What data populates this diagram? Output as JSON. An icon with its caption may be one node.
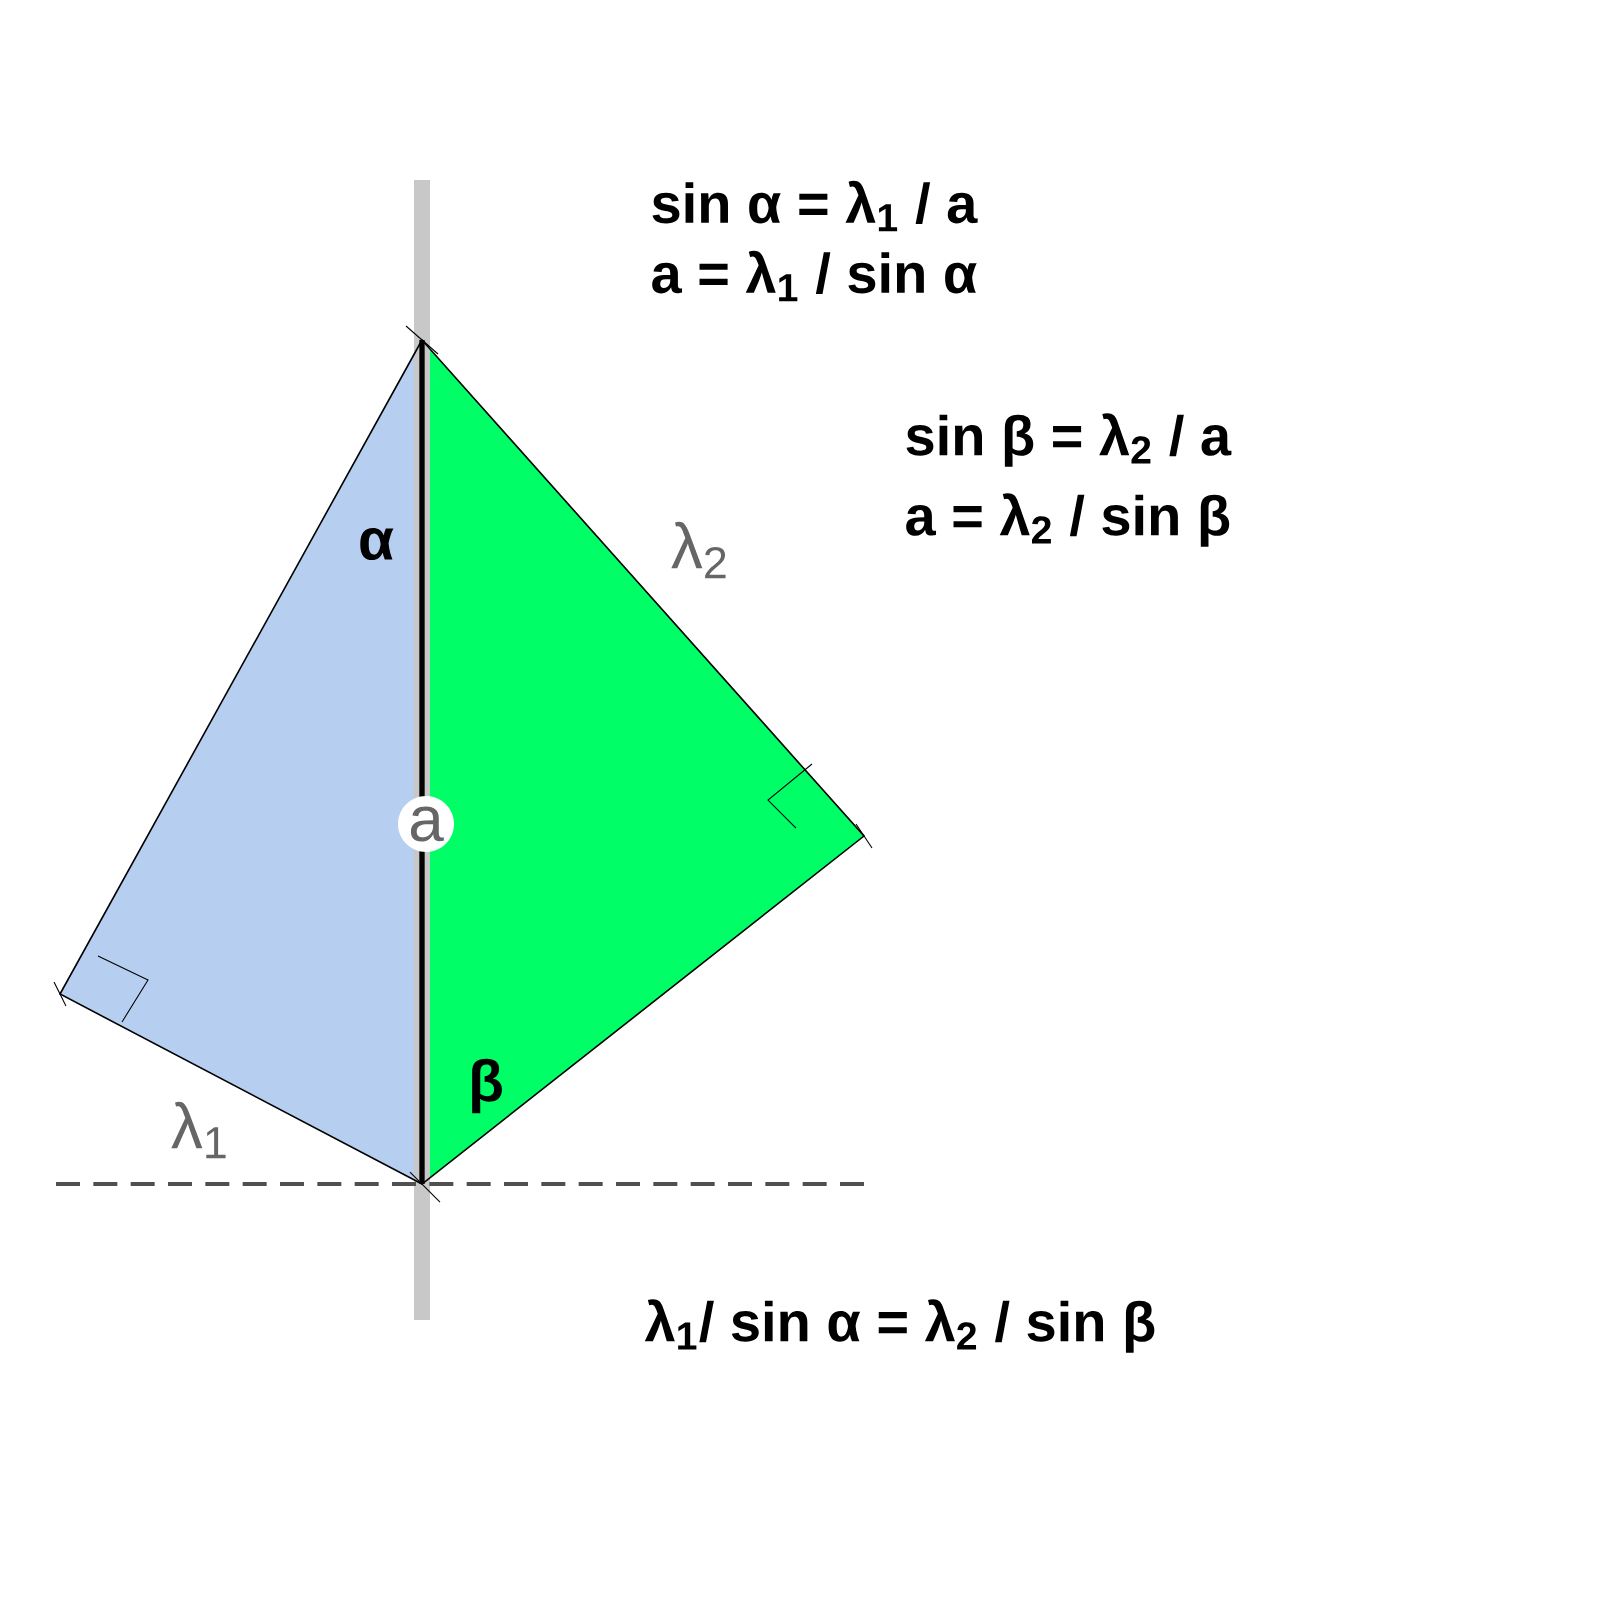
{
  "diagram": {
    "labels": [
      "sin α = λ$_{1}$ / a",
      "a = λ$_{1}$ / sin α",
      "sin β = λ$_{2}$ / a",
      "a = λ$_{2}$ / sin β",
      "α",
      "λ$_{2}$",
      "a",
      "β",
      "λ$_{1}$",
      "λ$_{1}$/ sin α = λ$_{2}$ / sin β"
    ]
  }
}
